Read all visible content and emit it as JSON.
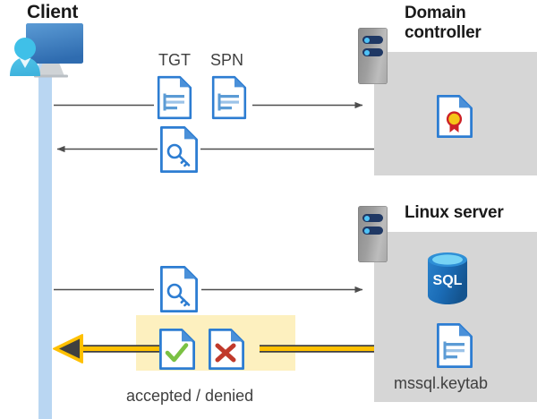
{
  "diagram": {
    "title": "Kerberos authentication flow between client, domain controller and Linux server",
    "actors": {
      "client": {
        "label": "Client",
        "icon": "client-user-monitor-icon"
      },
      "domain_controller": {
        "label": "Domain\ncontroller",
        "label_line1": "Domain",
        "label_line2": "controller",
        "icon": "server-rack-icon"
      },
      "linux_server": {
        "label": "Linux server",
        "icon": "server-rack-icon"
      }
    },
    "labels": {
      "tgt": "TGT",
      "spn": "SPN",
      "accepted_denied": "accepted / denied",
      "keytab": "mssql.keytab"
    },
    "icons": {
      "certificate": "certificate-document-icon",
      "sql_database": "sql-database-icon",
      "keytab_document": "document-lines-icon",
      "ticket_document": "document-lines-icon",
      "key_document": "document-key-icon",
      "accepted_document": "document-check-icon",
      "denied_document": "document-x-icon"
    },
    "messages": [
      {
        "id": "msg-1",
        "from": "client",
        "to": "domain_controller",
        "direction": "right",
        "payload": [
          "TGT",
          "SPN"
        ]
      },
      {
        "id": "msg-2",
        "from": "domain_controller",
        "to": "client",
        "direction": "left",
        "payload": [
          "service-ticket"
        ]
      },
      {
        "id": "msg-3",
        "from": "client",
        "to": "linux_server",
        "direction": "right",
        "payload": [
          "service-ticket"
        ]
      },
      {
        "id": "msg-4",
        "from": "linux_server",
        "to": "client",
        "direction": "left",
        "payload": [
          "accepted",
          "denied"
        ],
        "emphasis": "highlighted"
      }
    ],
    "colors": {
      "lifeline": "#b9d6f2",
      "panel": "#d6d6d6",
      "doc_border": "#2d7dd2",
      "doc_fold": "#4a90d9",
      "arrow_gray": "#4d4d4d",
      "arrow_gold": "#ffc000",
      "arrow_gold_outline": "#3f3f3f",
      "highlight": "#fdf0bf",
      "check_green": "#7ac143",
      "x_red": "#c0392b",
      "sql_blue": "#1a6bb5",
      "seal_yellow": "#f5c518",
      "seal_red": "#cc2127",
      "rack_navy": "#1f3864",
      "rack_dot": "#4fc3f7"
    }
  }
}
